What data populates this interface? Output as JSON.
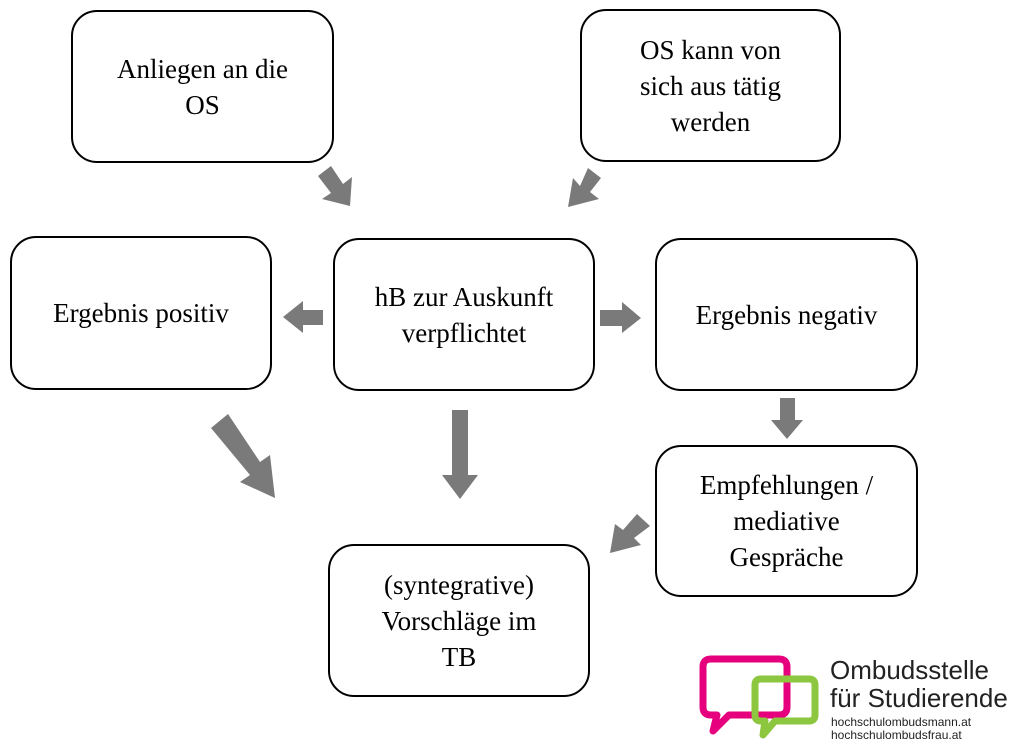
{
  "nodes": {
    "anliegen": "Anliegen an die\nOS",
    "os_taetig": "OS kann von\nsich aus tätig\nwerden",
    "auskunft": "hB zur Auskunft\nverpflichtet",
    "positiv": "Ergebnis  positiv",
    "negativ": "Ergebnis  negativ",
    "empfehlungen": "Empfehlungen  /\nmediative\nGespräche",
    "vorschlaege": "(syntegrative)\nVorschläge  im\nTB"
  },
  "logo": {
    "line1": "Ombudsstelle",
    "line2": "für Studierende",
    "url1": "hochschulombudsmann.at",
    "url2": "hochschulombudsfrau.at",
    "colors": {
      "pink": "#e6007e",
      "green": "#8dc63f"
    }
  },
  "styles": {
    "arrow_color": "#7a7a7a",
    "border_color": "#000000"
  }
}
